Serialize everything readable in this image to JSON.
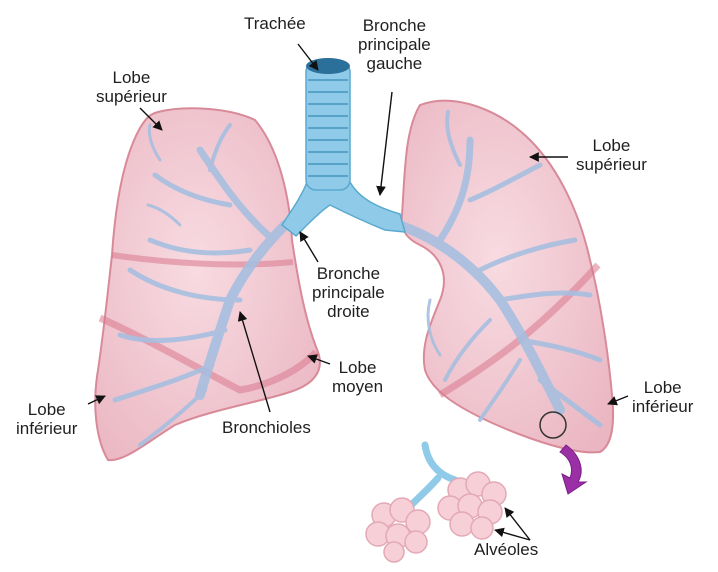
{
  "labels": {
    "trachea": "Trachée",
    "left_main_bronchus": [
      "Bronche",
      "principale",
      "gauche"
    ],
    "upper_lobe_right_side": [
      "Lobe",
      "supérieur"
    ],
    "upper_lobe_left_side": [
      "Lobe",
      "supérieur"
    ],
    "right_main_bronchus": [
      "Bronche",
      "principale",
      "droite"
    ],
    "middle_lobe": [
      "Lobe",
      "moyen"
    ],
    "lower_lobe_right_side": [
      "Lobe",
      "inférieur"
    ],
    "lower_lobe_left_side": [
      "Lobe",
      "inférieur"
    ],
    "bronchioles": "Bronchioles",
    "alveoles": "Alvéoles"
  },
  "colors": {
    "lung_fill": "#f3c9d2",
    "lung_stroke": "#d88a99",
    "lobe_fissure": "#d9788e",
    "bronchi": "#a7bfe0",
    "trachea": "#7cc4e6",
    "alveoli": "#f7cfd7",
    "arrow_magenta": "#9a2fa6"
  }
}
